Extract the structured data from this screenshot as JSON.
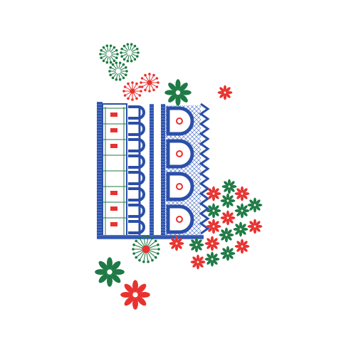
{
  "image": {
    "subject": "embroidery-pattern",
    "palette": {
      "blue": "#2b4fa8",
      "blue_light": "#5b7cc8",
      "red": "#e8322f",
      "green": "#1f7a45",
      "background": "#ffffff"
    },
    "elements": {
      "lace_border": "lace-border",
      "flowers": "flower-motif",
      "dandelions": "dandelion-motif"
    }
  }
}
